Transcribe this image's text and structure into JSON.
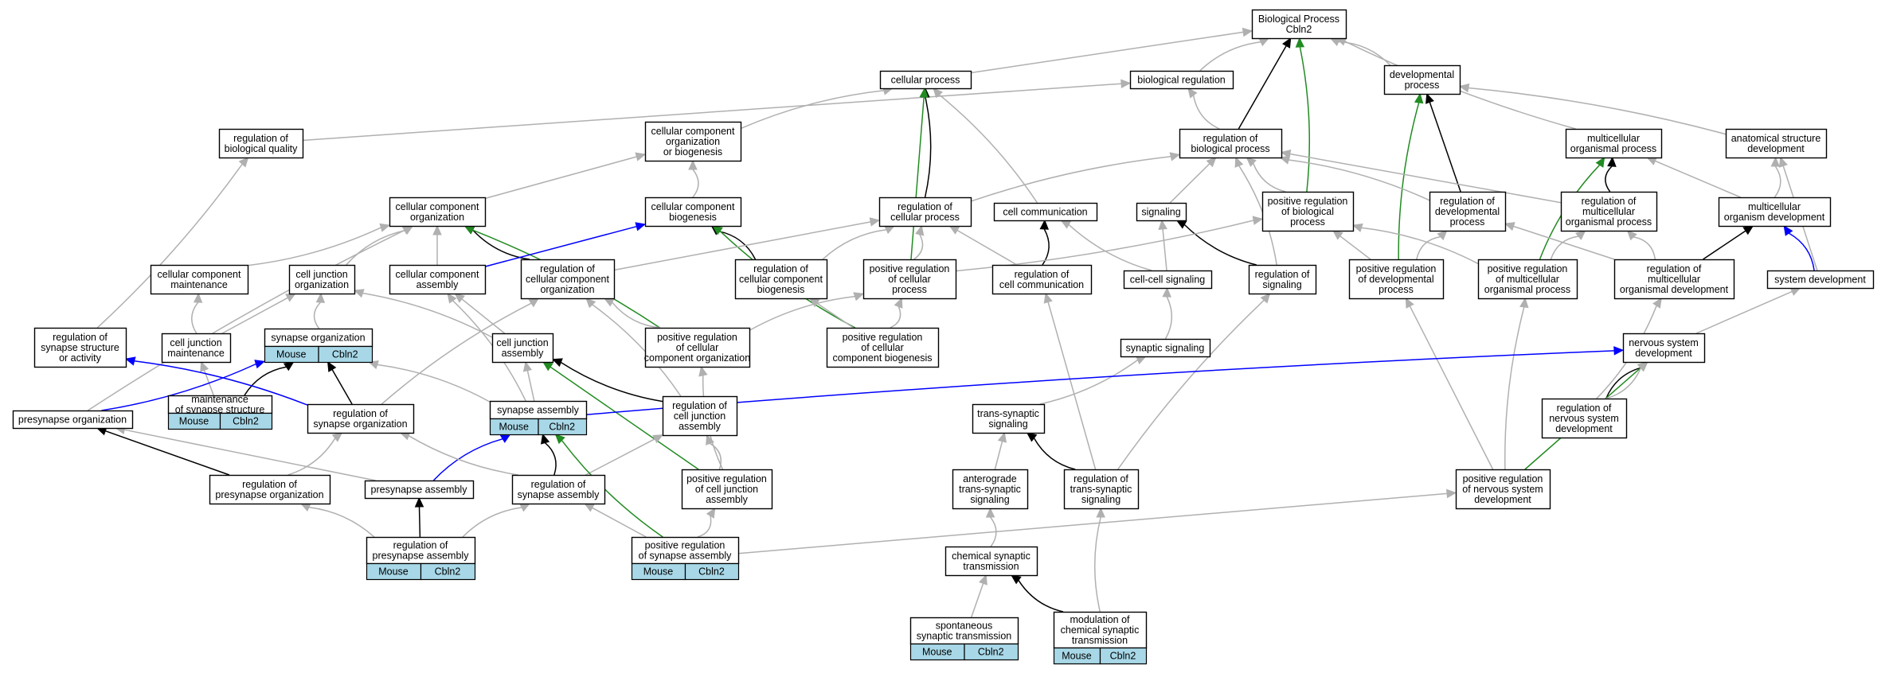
{
  "title": "Biological Process\nCbln2",
  "colors": {
    "is_a": "#b0b0b0",
    "part_of": "#000000",
    "regulates": "#000000",
    "positively_regulates": "#228b22",
    "annotation": "#0000ff",
    "gene_fill": "#a8d8e8"
  },
  "nodes": [
    {
      "id": "root",
      "label": "Biological Process\nCbln2"
    },
    {
      "id": "cellproc",
      "label": "cellular process"
    },
    {
      "id": "bioreg",
      "label": "biological regulation"
    },
    {
      "id": "devproc",
      "label": "developmental\nprocess"
    },
    {
      "id": "regqual",
      "label": "regulation of\nbiological quality"
    },
    {
      "id": "ccorgbio",
      "label": "cellular component\norganization\nor biogenesis"
    },
    {
      "id": "regbioproc",
      "label": "regulation of\nbiological process"
    },
    {
      "id": "multiproc",
      "label": "multicellular\norganismal process"
    },
    {
      "id": "anatdev",
      "label": "anatomical structure\ndevelopment"
    },
    {
      "id": "ccorg",
      "label": "cellular component\norganization"
    },
    {
      "id": "ccbio",
      "label": "cellular component\nbiogenesis"
    },
    {
      "id": "regcellproc",
      "label": "regulation of\ncellular process"
    },
    {
      "id": "cellcomm",
      "label": "cell communication"
    },
    {
      "id": "signaling",
      "label": "signaling"
    },
    {
      "id": "posregbio",
      "label": "positive regulation\nof biological\nprocess"
    },
    {
      "id": "regdev",
      "label": "regulation of\ndevelopmental\nprocess"
    },
    {
      "id": "regmulti",
      "label": "regulation of\nmulticellular\norganismal process"
    },
    {
      "id": "multidev",
      "label": "multicellular\norganism development"
    },
    {
      "id": "ccmaint",
      "label": "cellular component\nmaintenance"
    },
    {
      "id": "cjorg",
      "label": "cell junction\norganization"
    },
    {
      "id": "ccassembly",
      "label": "cellular component\nassembly"
    },
    {
      "id": "regccorg",
      "label": "regulation of\ncellular component\norganization"
    },
    {
      "id": "regccbio",
      "label": "regulation of\ncellular component\nbiogenesis"
    },
    {
      "id": "posregcell",
      "label": "positive regulation\nof cellular\nprocess"
    },
    {
      "id": "regcellcomm",
      "label": "regulation of\ncell communication"
    },
    {
      "id": "cellcell",
      "label": "cell-cell signaling"
    },
    {
      "id": "regsig",
      "label": "regulation of\nsignaling"
    },
    {
      "id": "posregdev",
      "label": "positive regulation\nof developmental\nprocess"
    },
    {
      "id": "posregmulti",
      "label": "positive regulation\nof multicellular\norganismal process"
    },
    {
      "id": "regmultidev",
      "label": "regulation of\nmulticellular\norganismal development"
    },
    {
      "id": "sysdev",
      "label": "system development"
    },
    {
      "id": "regsynstruct",
      "label": "regulation of\nsynapse structure\nor activity"
    },
    {
      "id": "cjmaint",
      "label": "cell junction\nmaintenance"
    },
    {
      "id": "synorg",
      "label": "synapse organization",
      "gene": [
        "Mouse",
        "Cbln2"
      ]
    },
    {
      "id": "cjassembly",
      "label": "cell junction\nassembly"
    },
    {
      "id": "posregccorg",
      "label": "positive regulation\nof cellular\ncomponent organization"
    },
    {
      "id": "posregccbio",
      "label": "positive regulation\nof cellular\ncomponent biogenesis"
    },
    {
      "id": "synsig",
      "label": "synaptic signaling"
    },
    {
      "id": "nsdev",
      "label": "nervous system\ndevelopment"
    },
    {
      "id": "maintsyn",
      "label": "maintenance\nof synapse structure",
      "gene": [
        "Mouse",
        "Cbln2"
      ]
    },
    {
      "id": "synassembly",
      "label": "synapse assembly",
      "gene": [
        "Mouse",
        "Cbln2"
      ]
    },
    {
      "id": "presynorg",
      "label": "presynapse organization"
    },
    {
      "id": "regsynorg",
      "label": "regulation of\nsynapse organization"
    },
    {
      "id": "regcjassembly",
      "label": "regulation of\ncell junction\nassembly"
    },
    {
      "id": "transsyn",
      "label": "trans-synaptic\nsignaling"
    },
    {
      "id": "regnsdev",
      "label": "regulation of\nnervous system\ndevelopment"
    },
    {
      "id": "regpresynorg",
      "label": "regulation of\npresynapse organization"
    },
    {
      "id": "presynassembly",
      "label": "presynapse assembly"
    },
    {
      "id": "regsynassembly",
      "label": "regulation of\nsynapse assembly"
    },
    {
      "id": "posregcjassembly",
      "label": "positive regulation\nof cell junction\nassembly"
    },
    {
      "id": "antero",
      "label": "anterograde\ntrans-synaptic\nsignaling"
    },
    {
      "id": "regtranssyn",
      "label": "regulation of\ntrans-synaptic\nsignaling"
    },
    {
      "id": "posregnsdev",
      "label": "positive regulation\nof nervous system\ndevelopment"
    },
    {
      "id": "regpresynassembly",
      "label": "regulation of\npresynapse assembly",
      "gene": [
        "Mouse",
        "Cbln2"
      ]
    },
    {
      "id": "posregsynassembly",
      "label": "positive regulation\nof synapse assembly",
      "gene": [
        "Mouse",
        "Cbln2"
      ]
    },
    {
      "id": "chemsyn",
      "label": "chemical synaptic\ntransmission"
    },
    {
      "id": "spontsyn",
      "label": "spontaneous\nsynaptic transmission",
      "gene": [
        "Mouse",
        "Cbln2"
      ]
    },
    {
      "id": "modchemsyn",
      "label": "modulation of\nchemical synaptic\ntransmission",
      "gene": [
        "Mouse",
        "Cbln2"
      ]
    }
  ],
  "edges": [
    {
      "from": "cellproc",
      "to": "root",
      "type": "is_a"
    },
    {
      "from": "bioreg",
      "to": "root",
      "type": "is_a"
    },
    {
      "from": "devproc",
      "to": "root",
      "type": "is_a"
    },
    {
      "from": "regbioproc",
      "to": "root",
      "type": "part_of"
    },
    {
      "from": "posregbio",
      "to": "root",
      "type": "positively_regulates"
    },
    {
      "from": "multiproc",
      "to": "root",
      "type": "is_a"
    },
    {
      "from": "regqual",
      "to": "bioreg",
      "type": "is_a"
    },
    {
      "from": "ccorgbio",
      "to": "cellproc",
      "type": "is_a"
    },
    {
      "from": "regcellproc",
      "to": "cellproc",
      "type": "part_of"
    },
    {
      "from": "posregcell",
      "to": "cellproc",
      "type": "positively_regulates"
    },
    {
      "from": "cellcomm",
      "to": "cellproc",
      "type": "is_a"
    },
    {
      "from": "regbioproc",
      "to": "bioreg",
      "type": "is_a"
    },
    {
      "from": "regdev",
      "to": "devproc",
      "type": "part_of"
    },
    {
      "from": "posregdev",
      "to": "devproc",
      "type": "positively_regulates"
    },
    {
      "from": "anatdev",
      "to": "devproc",
      "type": "is_a"
    },
    {
      "from": "ccorg",
      "to": "ccorgbio",
      "type": "is_a"
    },
    {
      "from": "ccbio",
      "to": "ccorgbio",
      "type": "is_a"
    },
    {
      "from": "regcellproc",
      "to": "regbioproc",
      "type": "is_a"
    },
    {
      "from": "signaling",
      "to": "regbioproc",
      "type": "is_a"
    },
    {
      "from": "posregbio",
      "to": "regbioproc",
      "type": "is_a"
    },
    {
      "from": "regdev",
      "to": "regbioproc",
      "type": "is_a"
    },
    {
      "from": "regmulti",
      "to": "regbioproc",
      "type": "is_a"
    },
    {
      "from": "regsig",
      "to": "regbioproc",
      "type": "is_a"
    },
    {
      "from": "regmulti",
      "to": "multiproc",
      "type": "part_of"
    },
    {
      "from": "multidev",
      "to": "multiproc",
      "type": "is_a"
    },
    {
      "from": "posregmulti",
      "to": "multiproc",
      "type": "positively_regulates"
    },
    {
      "from": "multidev",
      "to": "anatdev",
      "type": "is_a"
    },
    {
      "from": "sysdev",
      "to": "anatdev",
      "type": "is_a"
    },
    {
      "from": "ccmaint",
      "to": "ccorg",
      "type": "is_a"
    },
    {
      "from": "cjorg",
      "to": "ccorg",
      "type": "is_a"
    },
    {
      "from": "ccassembly",
      "to": "ccorg",
      "type": "is_a"
    },
    {
      "from": "regccorg",
      "to": "ccorg",
      "type": "part_of"
    },
    {
      "from": "posregccorg",
      "to": "ccorg",
      "type": "positively_regulates"
    },
    {
      "from": "ccassembly",
      "to": "ccbio",
      "type": "annotation"
    },
    {
      "from": "regccbio",
      "to": "ccbio",
      "type": "part_of"
    },
    {
      "from": "posregccbio",
      "to": "ccbio",
      "type": "positively_regulates"
    },
    {
      "from": "regccorg",
      "to": "regcellproc",
      "type": "is_a"
    },
    {
      "from": "regccbio",
      "to": "regcellproc",
      "type": "is_a"
    },
    {
      "from": "posregcell",
      "to": "regcellproc",
      "type": "is_a"
    },
    {
      "from": "regcellcomm",
      "to": "regcellproc",
      "type": "is_a"
    },
    {
      "from": "regcellcomm",
      "to": "cellcomm",
      "type": "part_of"
    },
    {
      "from": "cellcell",
      "to": "cellcomm",
      "type": "is_a"
    },
    {
      "from": "cellcell",
      "to": "signaling",
      "type": "is_a"
    },
    {
      "from": "regsig",
      "to": "signaling",
      "type": "part_of"
    },
    {
      "from": "posregcell",
      "to": "posregbio",
      "type": "is_a"
    },
    {
      "from": "posregdev",
      "to": "posregbio",
      "type": "is_a"
    },
    {
      "from": "posregmulti",
      "to": "posregbio",
      "type": "is_a"
    },
    {
      "from": "posregdev",
      "to": "regdev",
      "type": "is_a"
    },
    {
      "from": "regmultidev",
      "to": "regdev",
      "type": "is_a"
    },
    {
      "from": "posregmulti",
      "to": "regmulti",
      "type": "is_a"
    },
    {
      "from": "regmultidev",
      "to": "regmulti",
      "type": "is_a"
    },
    {
      "from": "regmultidev",
      "to": "multidev",
      "type": "part_of"
    },
    {
      "from": "sysdev",
      "to": "multidev",
      "type": "annotation"
    },
    {
      "from": "cjmaint",
      "to": "ccmaint",
      "type": "is_a"
    },
    {
      "from": "cjmaint",
      "to": "cjorg",
      "type": "is_a"
    },
    {
      "from": "synorg",
      "to": "cjorg",
      "type": "is_a"
    },
    {
      "from": "cjassembly",
      "to": "cjorg",
      "type": "is_a"
    },
    {
      "from": "cjassembly",
      "to": "ccassembly",
      "type": "is_a"
    },
    {
      "from": "regcjassembly",
      "to": "regccorg",
      "type": "is_a"
    },
    {
      "from": "posregccorg",
      "to": "regccorg",
      "type": "is_a"
    },
    {
      "from": "posregccbio",
      "to": "regccbio",
      "type": "is_a"
    },
    {
      "from": "posregccorg",
      "to": "posregcell",
      "type": "is_a"
    },
    {
      "from": "posregccbio",
      "to": "posregcell",
      "type": "is_a"
    },
    {
      "from": "regtranssyn",
      "to": "regcellcomm",
      "type": "is_a"
    },
    {
      "from": "synsig",
      "to": "cellcell",
      "type": "is_a"
    },
    {
      "from": "regtranssyn",
      "to": "regsig",
      "type": "is_a"
    },
    {
      "from": "posregnsdev",
      "to": "posregdev",
      "type": "is_a"
    },
    {
      "from": "posregnsdev",
      "to": "posregmulti",
      "type": "is_a"
    },
    {
      "from": "regnsdev",
      "to": "regmultidev",
      "type": "is_a"
    },
    {
      "from": "nsdev",
      "to": "sysdev",
      "type": "is_a"
    },
    {
      "from": "regsynstruct",
      "to": "regqual",
      "type": "is_a"
    },
    {
      "from": "presynorg",
      "to": "ccorg",
      "type": "is_a"
    },
    {
      "from": "maintsyn",
      "to": "cjmaint",
      "type": "is_a"
    },
    {
      "from": "maintsyn",
      "to": "synorg",
      "type": "part_of"
    },
    {
      "from": "synassembly",
      "to": "synorg",
      "type": "is_a"
    },
    {
      "from": "synassembly",
      "to": "cjassembly",
      "type": "is_a"
    },
    {
      "from": "synassembly",
      "to": "ccassembly",
      "type": "is_a"
    },
    {
      "from": "regcjassembly",
      "to": "cjassembly",
      "type": "part_of"
    },
    {
      "from": "posregcjassembly",
      "to": "cjassembly",
      "type": "positively_regulates"
    },
    {
      "from": "regsynorg",
      "to": "regccorg",
      "type": "is_a"
    },
    {
      "from": "regsynorg",
      "to": "regsynstruct",
      "type": "annotation"
    },
    {
      "from": "regsynorg",
      "to": "synorg",
      "type": "part_of"
    },
    {
      "from": "transsyn",
      "to": "synsig",
      "type": "is_a"
    },
    {
      "from": "regnsdev",
      "to": "nsdev",
      "type": "part_of"
    },
    {
      "from": "posregnsdev",
      "to": "nsdev",
      "type": "positively_regulates"
    },
    {
      "from": "synassembly",
      "to": "nsdev",
      "type": "annotation"
    },
    {
      "from": "presynorg",
      "to": "synorg",
      "type": "annotation"
    },
    {
      "from": "regpresynorg",
      "to": "presynorg",
      "type": "part_of"
    },
    {
      "from": "regpresynorg",
      "to": "regsynorg",
      "type": "is_a"
    },
    {
      "from": "presynassembly",
      "to": "synassembly",
      "type": "annotation"
    },
    {
      "from": "presynassembly",
      "to": "presynorg",
      "type": "is_a"
    },
    {
      "from": "regsynassembly",
      "to": "regsynorg",
      "type": "is_a"
    },
    {
      "from": "regsynassembly",
      "to": "synassembly",
      "type": "part_of"
    },
    {
      "from": "regsynassembly",
      "to": "regcjassembly",
      "type": "is_a"
    },
    {
      "from": "posregcjassembly",
      "to": "regcjassembly",
      "type": "is_a"
    },
    {
      "from": "posregcjassembly",
      "to": "posregccorg",
      "type": "is_a"
    },
    {
      "from": "antero",
      "to": "transsyn",
      "type": "is_a"
    },
    {
      "from": "regtranssyn",
      "to": "transsyn",
      "type": "part_of"
    },
    {
      "from": "regnsdev",
      "to": "nsdev",
      "type": "is_a"
    },
    {
      "from": "regpresynassembly",
      "to": "presynassembly",
      "type": "part_of"
    },
    {
      "from": "regpresynassembly",
      "to": "regpresynorg",
      "type": "is_a"
    },
    {
      "from": "regpresynassembly",
      "to": "regsynassembly",
      "type": "is_a"
    },
    {
      "from": "posregsynassembly",
      "to": "regsynassembly",
      "type": "is_a"
    },
    {
      "from": "posregsynassembly",
      "to": "synassembly",
      "type": "positively_regulates"
    },
    {
      "from": "posregsynassembly",
      "to": "posregcjassembly",
      "type": "is_a"
    },
    {
      "from": "posregsynassembly",
      "to": "posregnsdev",
      "type": "is_a"
    },
    {
      "from": "chemsyn",
      "to": "antero",
      "type": "is_a"
    },
    {
      "from": "modchemsyn",
      "to": "regtranssyn",
      "type": "is_a"
    },
    {
      "from": "spontsyn",
      "to": "chemsyn",
      "type": "is_a"
    },
    {
      "from": "modchemsyn",
      "to": "chemsyn",
      "type": "part_of"
    }
  ]
}
